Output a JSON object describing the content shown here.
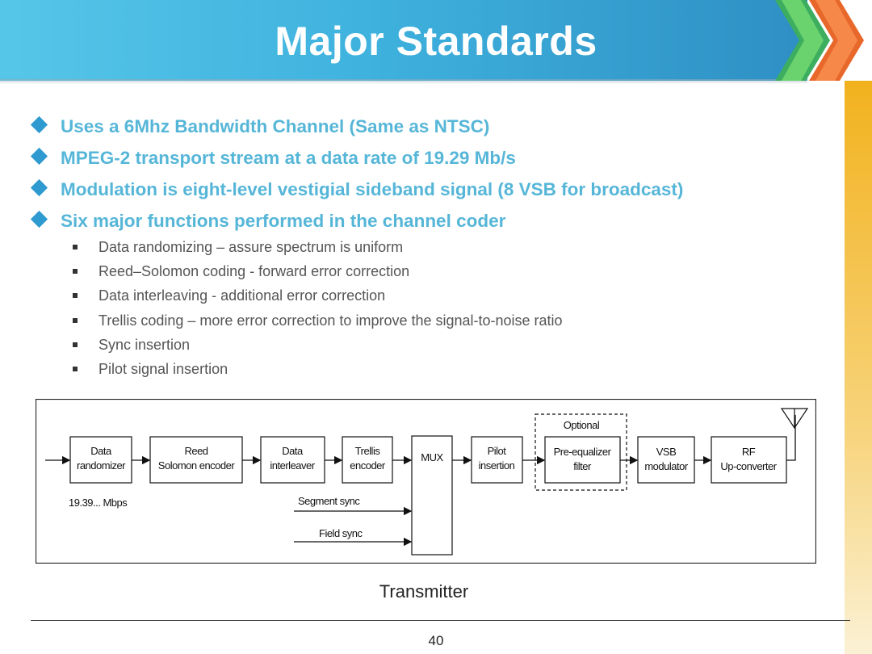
{
  "slide": {
    "title": "Major Standards",
    "bullets": [
      "Uses a 6Mhz Bandwidth Channel (Same as NTSC)",
      "MPEG-2 transport stream at a data rate of 19.29 Mb/s",
      "Modulation is eight-level vestigial sideband signal (8 VSB for broadcast)",
      "Six major functions performed in the channel coder"
    ],
    "subbullets": [
      "Data randomizing – assure spectrum is uniform",
      "Reed–Solomon coding - forward error correction",
      "Data interleaving - additional error correction",
      "Trellis coding – more error correction to improve the signal-to-noise ratio",
      "Sync insertion",
      "Pilot signal insertion"
    ],
    "caption": "Transmitter",
    "page_number": "40"
  },
  "diagram": {
    "blocks": {
      "randomizer": [
        "Data",
        "randomizer"
      ],
      "rs": [
        "Reed",
        "Solomon encoder"
      ],
      "interleaver": [
        "Data",
        "interleaver"
      ],
      "trellis": [
        "Trellis",
        "encoder"
      ],
      "mux": "MUX",
      "pilot": [
        "Pilot",
        "insertion"
      ],
      "preeq": [
        "Pre-equalizer",
        "filter"
      ],
      "vsb": [
        "VSB",
        "modulator"
      ],
      "rf": [
        "RF",
        "Up-converter"
      ]
    },
    "optional_label": "Optional",
    "rate_label": "19.39... Mbps",
    "segment_sync": "Segment sync",
    "field_sync": "Field sync"
  }
}
